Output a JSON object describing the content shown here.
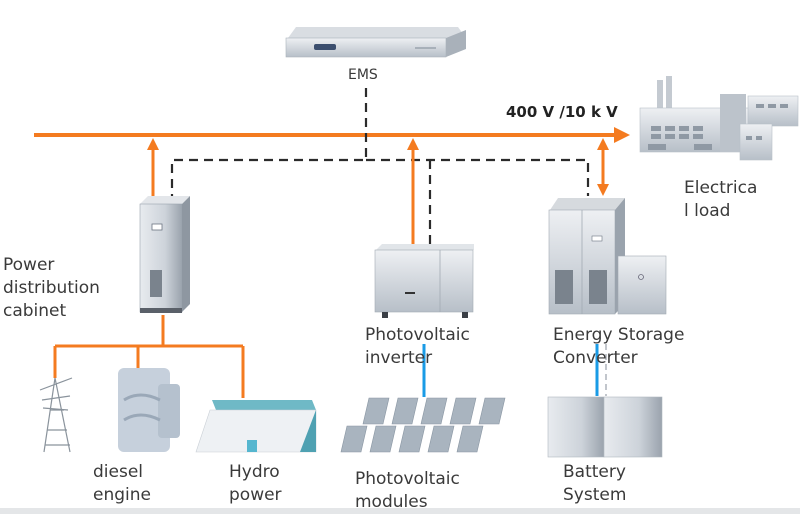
{
  "title": "Microgrid energy system diagram",
  "bus": {
    "label": "400 V /10 k V",
    "color": "#f47b20"
  },
  "colors": {
    "power_line": "#f47b20",
    "control_line": "#2b2b2b",
    "dc_line": "#1a9be6",
    "equipment": "#c9cfd6"
  },
  "nodes": {
    "ems": {
      "label": "EMS"
    },
    "load": {
      "label": "Electrica\nl load"
    },
    "cabinet": {
      "label": "Power\ndistribution\ncabinet"
    },
    "pv_inverter": {
      "label": "Photovoltaic\ninverter"
    },
    "storage_converter": {
      "label": "Energy Storage\nConverter"
    },
    "grid_tower": {
      "label": ""
    },
    "diesel": {
      "label": "diesel\nengine"
    },
    "hydro": {
      "label": "Hydro\npower"
    },
    "pv_modules": {
      "label": "Photovoltaic\nmodules"
    },
    "battery": {
      "label": "Battery\nSystem"
    }
  }
}
